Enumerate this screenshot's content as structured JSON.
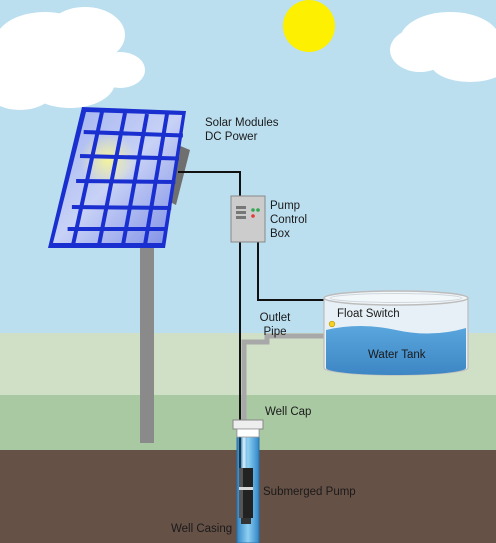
{
  "labels": {
    "solar_modules_line1": "Solar Modules",
    "solar_modules_line2": "DC Power",
    "pump_control_line1": "Pump",
    "pump_control_line2": "Control",
    "pump_control_line3": "Box",
    "float_switch": "Float Switch",
    "water_tank": "Water Tank",
    "outlet_pipe_line1": "Outlet",
    "outlet_pipe_line2": "Pipe",
    "well_cap": "Well Cap",
    "submerged_pump": "Submerged Pump",
    "well_casing": "Well Casing"
  },
  "colors": {
    "sky": "#bcdff0",
    "sun": "#fdf000",
    "grass_far": "#cfe0c6",
    "grass_near": "#a9c9a2",
    "soil": "#665147",
    "panel_blue": "#1a2fd0",
    "water": "#4f9ad3",
    "pipe": "#a8a8a8",
    "wire": "#111111"
  },
  "icons": {
    "sun": "sun-icon",
    "cloud": "cloud-icon"
  }
}
